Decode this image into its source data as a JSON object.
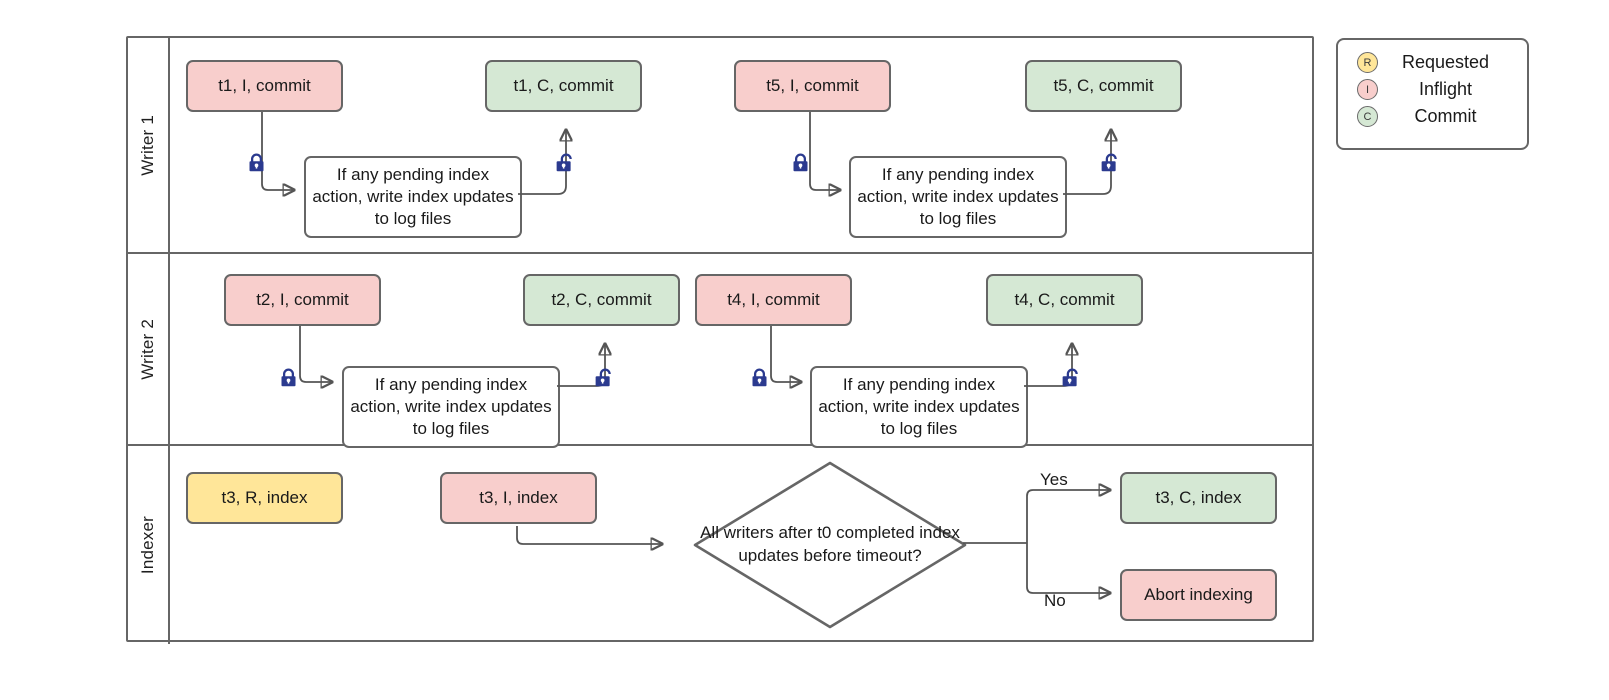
{
  "diagram": {
    "title": "Writer/Indexer concurrency swimlane flowchart",
    "colors": {
      "inflight": "#f8cecc",
      "commit": "#d5e8d4",
      "requested": "#ffe699",
      "border": "#666666",
      "wire": "#555555",
      "lock": "#2b3a8f"
    }
  },
  "lanes": [
    {
      "id": "writer1",
      "label": "Writer 1"
    },
    {
      "id": "writer2",
      "label": "Writer 2"
    },
    {
      "id": "indexer",
      "label": "Indexer"
    }
  ],
  "writer1": {
    "t1_inflight": "t1, I, commit",
    "t1_commit": "t1, C, commit",
    "t1_action": "If any pending index action, write index updates to log files",
    "t5_inflight": "t5, I, commit",
    "t5_commit": "t5, C, commit",
    "t5_action": "If any pending index action, write index updates to log files"
  },
  "writer2": {
    "t2_inflight": "t2, I, commit",
    "t2_commit": "t2, C, commit",
    "t2_action": "If any pending index action, write index updates to log files",
    "t4_inflight": "t4, I, commit",
    "t4_commit": "t4, C, commit",
    "t4_action": "If any pending index action, write index updates to log files"
  },
  "indexer": {
    "t3_requested": "t3, R, index",
    "t3_inflight": "t3, I, index",
    "decision": "All writers after t0 completed index updates before timeout?",
    "yes_label": "Yes",
    "no_label": "No",
    "t3_commit": "t3, C, index",
    "abort": "Abort indexing"
  },
  "legend": {
    "items": [
      {
        "code": "R",
        "label": "Requested",
        "color": "#ffe699"
      },
      {
        "code": "I",
        "label": "Inflight",
        "color": "#f8cecc"
      },
      {
        "code": "C",
        "label": "Commit",
        "color": "#d5e8d4"
      }
    ]
  },
  "icons": {
    "lock_closed": "lock-closed-icon",
    "lock_open": "lock-open-icon"
  }
}
